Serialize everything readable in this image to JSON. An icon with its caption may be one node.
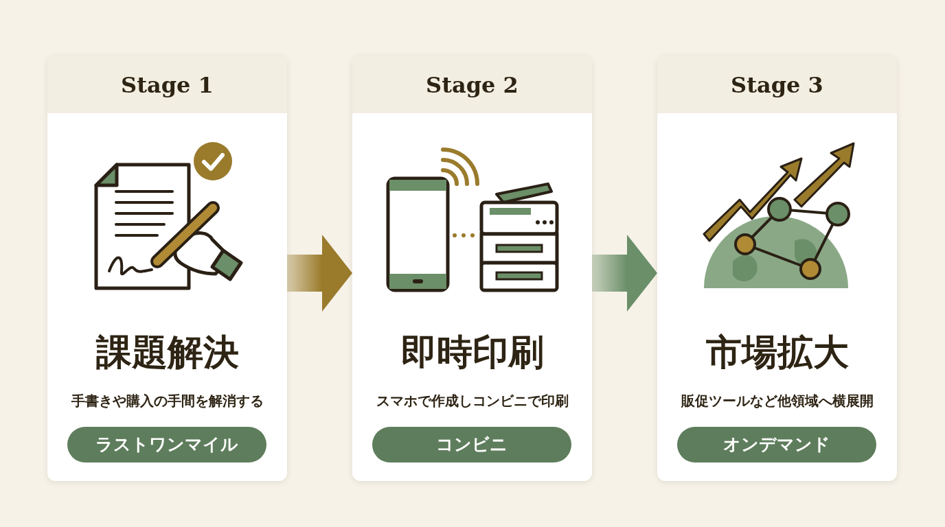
{
  "diagram": {
    "nodes": [
      {
        "text": [
          "Stage 1",
          "課題解決",
          "手書きや購入の手間を解消する"
        ]
      },
      {
        "text": [
          "ラストワンマイル"
        ],
        "in": 0
      },
      {
        "text": [
          "Stage 2",
          "即時印刷",
          "スマホで作成しコンビニで印刷"
        ]
      },
      {
        "text": [
          "コンビニ"
        ],
        "in": 2
      },
      {
        "text": [
          "Stage 3",
          "市場拡大",
          "販促ツールなど他領域へ横展開"
        ]
      },
      {
        "text": [
          "オンデマンド"
        ],
        "in": 4
      }
    ],
    "edges": [
      {
        "from": 0,
        "to": 2,
        "arrow": "to",
        "color": "#9a7b2c"
      },
      {
        "from": 2,
        "to": 4,
        "arrow": "to",
        "color": "#6b8f68"
      }
    ]
  }
}
